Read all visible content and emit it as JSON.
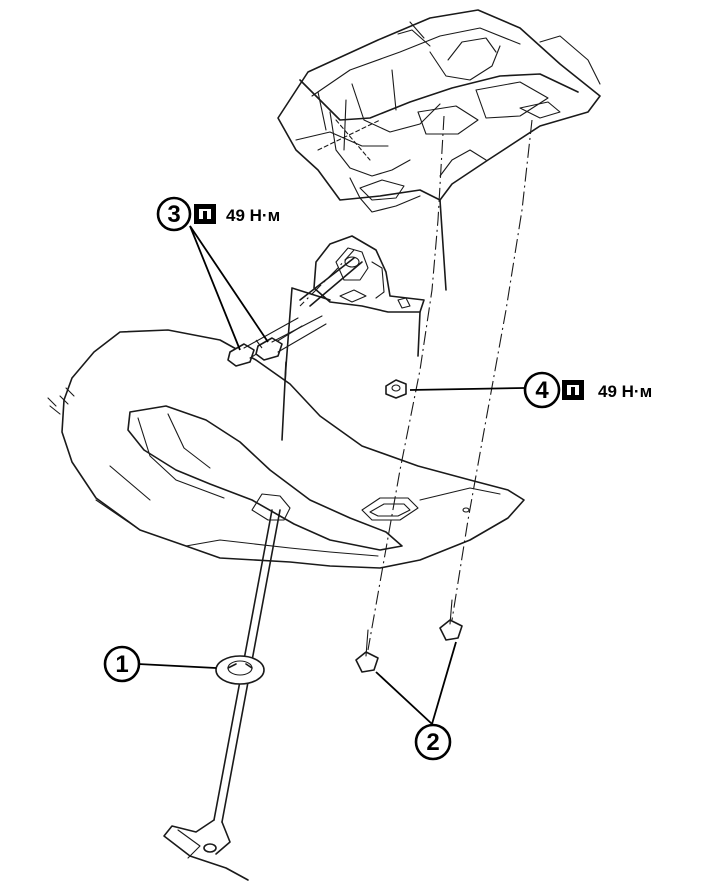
{
  "callouts": [
    {
      "id": "1",
      "label": "1"
    },
    {
      "id": "2",
      "label": "2"
    },
    {
      "id": "3",
      "label": "3",
      "torque": "49 Н·м",
      "icon": "torque-wrench-icon"
    },
    {
      "id": "4",
      "label": "4",
      "torque": "49 Н·м",
      "icon": "torque-wrench-icon"
    }
  ]
}
